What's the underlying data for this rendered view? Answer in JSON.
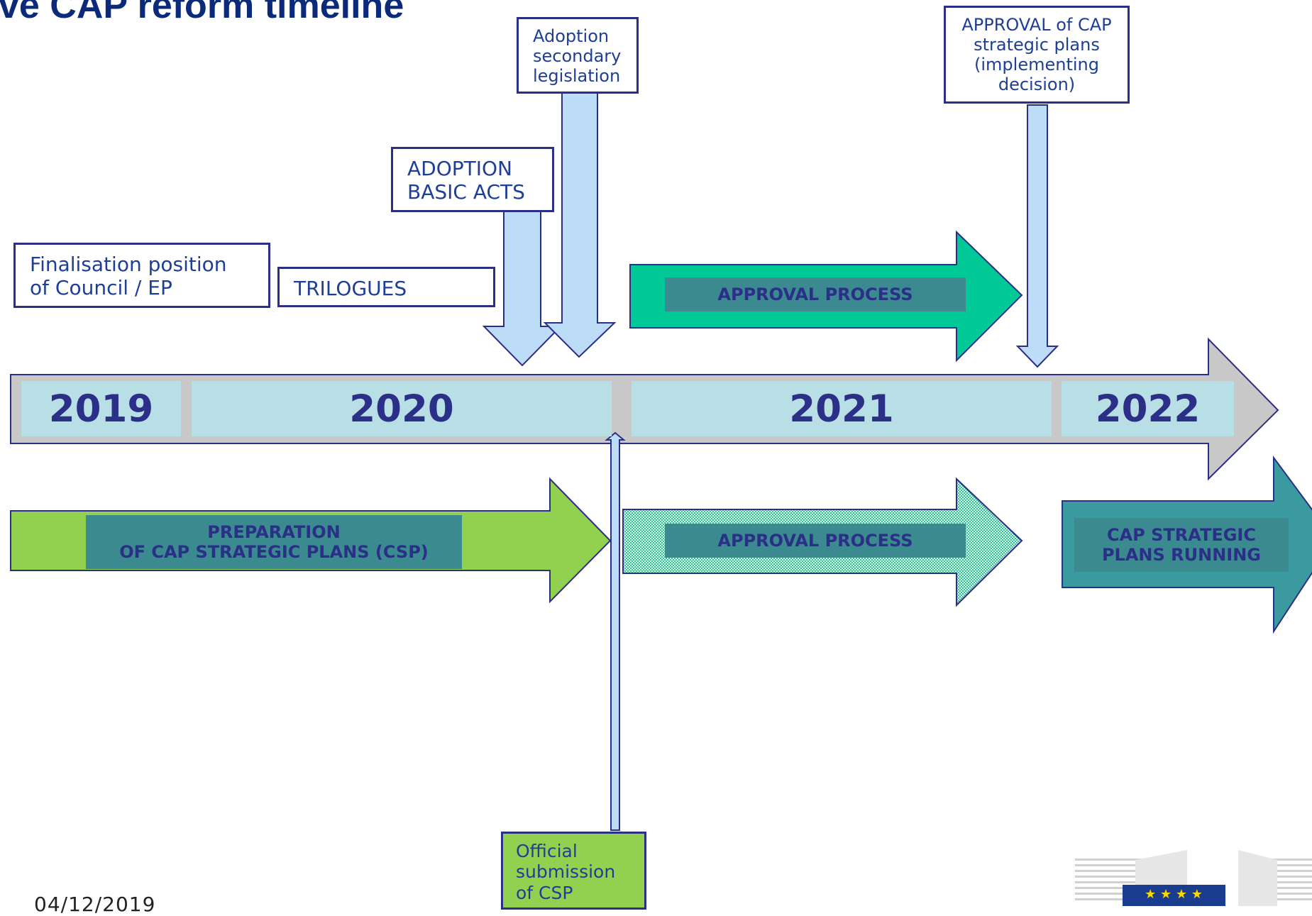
{
  "title": "ve CAP reform timeline",
  "years": [
    "2019",
    "2020",
    "2021",
    "2022"
  ],
  "boxes": {
    "finalisation": "Finalisation position\nof Council / EP",
    "trilogues": "TRILOGUES",
    "adoption_basic_acts": "ADOPTION\nBASIC ACTS",
    "adoption_secondary": "Adoption\nsecondary\nlegislation",
    "approval_csp": "APPROVAL of CAP\nstrategic plans\n(implementing\ndecision)",
    "official_submission": "Official\nsubmission\nof CSP"
  },
  "arrows": {
    "approval_process_top": "APPROVAL PROCESS",
    "preparation": "PREPARATION\nOF CAP STRATEGIC PLANS (CSP)",
    "approval_process_bottom": "APPROVAL PROCESS",
    "running": "CAP STRATEGIC\nPLANS RUNNING"
  },
  "footer_date": "04/12/2019",
  "logo": {
    "name": "european-commission-logo"
  },
  "colors": {
    "navy": "#2b2f87",
    "light_blue": "#bddcf7",
    "teal_green": "#00c896",
    "dark_teal": "#3a8a8f",
    "green": "#92d050",
    "pale_cyan": "#b8dfe5",
    "timeline_grey": "#c8c8c8"
  }
}
